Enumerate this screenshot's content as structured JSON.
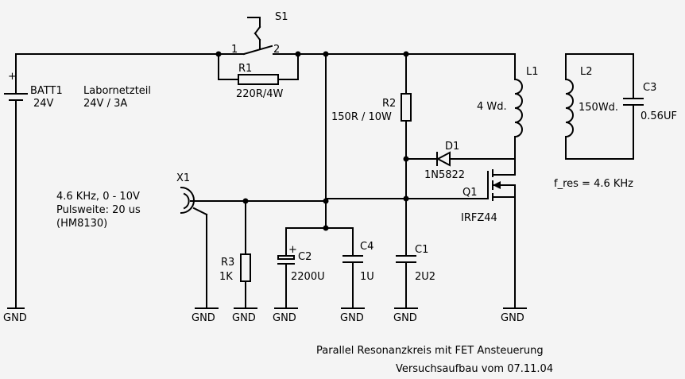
{
  "labels": {
    "s1": "S1",
    "s1_pin1": "1",
    "s1_pin2": "2",
    "r1": "R1",
    "r1_val": "220R/4W",
    "batt_name": "BATT1",
    "batt_val": "24V",
    "batt_plus": "+",
    "lab1": "Labornetzteil",
    "lab2": "24V / 3A",
    "r2": "R2",
    "r2_val": "150R / 10W",
    "l1": "L1",
    "l1_val": "4 Wd.",
    "l2": "L2",
    "l2_val": "150Wd.",
    "c3": "C3",
    "c3_val": "0.56UF",
    "fres": "f_res = 4.6 KHz",
    "d1": "D1",
    "d1_val": "1N5822",
    "q1": "Q1",
    "q1_val": "IRFZ44",
    "x1": "X1",
    "sig1": "4.6 KHz, 0 - 10V",
    "sig2": "Pulsweite: 20 us",
    "sig3": "(HM8130)",
    "r3": "R3",
    "r3_val": "1K",
    "c2": "C2",
    "c2_val": "2200U",
    "c2_plus": "+",
    "c4": "C4",
    "c4_val": "1U",
    "c1": "C1",
    "c1_val": "2U2",
    "gnd": "GND",
    "title1": "Parallel Resonanzkreis mit FET Ansteuerung",
    "title2": "Versuchsaufbau vom 07.11.04"
  }
}
